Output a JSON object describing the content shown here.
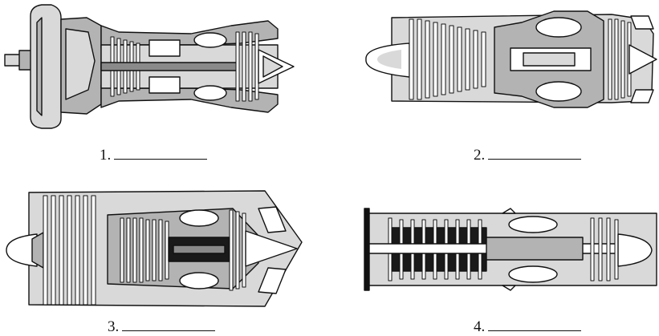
{
  "colors": {
    "outline": "#111111",
    "light_gray": "#d9d9d9",
    "mid_gray": "#b3b3b3",
    "dark_gray": "#8a8a8a",
    "blade_dark": "#1a1a1a",
    "background": "#ffffff"
  },
  "figures": [
    {
      "number": "1.",
      "icon": "turboprop-engine-icon"
    },
    {
      "number": "2.",
      "icon": "turbofan-high-bypass-engine-icon"
    },
    {
      "number": "3.",
      "icon": "turbofan-ducted-fan-engine-icon"
    },
    {
      "number": "4.",
      "icon": "turbojet-engine-icon"
    }
  ]
}
